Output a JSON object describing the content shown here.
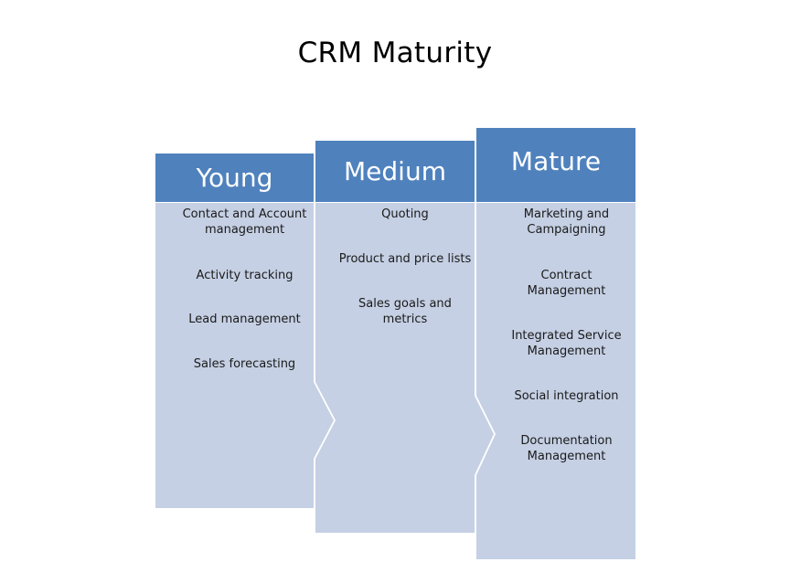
{
  "title": "CRM Maturity",
  "colors": {
    "header": "#4f81bd",
    "body": "#c5d0e4"
  },
  "columns": [
    {
      "label": "Young",
      "items": [
        "Contact and Account management",
        "Activity tracking",
        "Lead management",
        "Sales forecasting"
      ]
    },
    {
      "label": "Medium",
      "items": [
        "Quoting",
        "Product and price lists",
        "Sales goals and metrics"
      ]
    },
    {
      "label": "Mature",
      "items": [
        "Marketing and Campaigning",
        "Contract Management",
        "Integrated Service Management",
        "Social integration",
        "Documentation Management"
      ]
    }
  ]
}
